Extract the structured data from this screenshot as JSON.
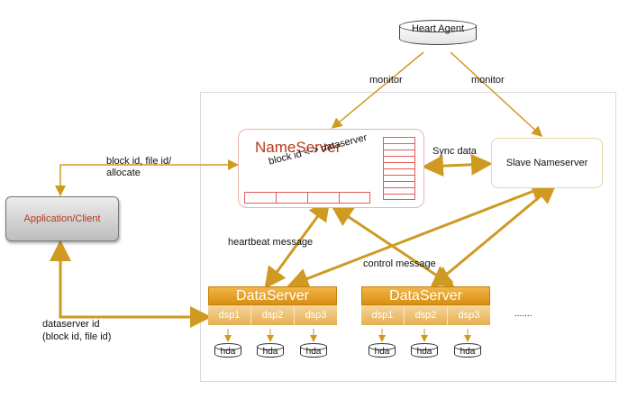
{
  "heart_agent": {
    "label": "Heart Agent"
  },
  "edges": {
    "monitor_left": "monitor",
    "monitor_right": "monitor",
    "client_request": "block id, file id/\nallocate",
    "sync": "Sync data",
    "heartbeat": "heartbeat  message",
    "control": "control message",
    "client_data": "dataserver id\n(block id, file id)"
  },
  "nameserver": {
    "title": "NameServer",
    "mapping": "block id <-> dataserver"
  },
  "slave_nameserver": {
    "label": "Slave Nameserver"
  },
  "client": {
    "label": "Application/Client"
  },
  "dataservers": [
    {
      "title": "DataServer",
      "disks": [
        "dsp1",
        "dsp2",
        "dsp3"
      ],
      "hdas": [
        "hda",
        "hda",
        "hda"
      ]
    },
    {
      "title": "DataServer",
      "disks": [
        "dsp1",
        "dsp2",
        "dsp3"
      ],
      "hdas": [
        "hda",
        "hda",
        "hda"
      ]
    }
  ],
  "ellipsis": ".......",
  "colors": {
    "arrow": "#cf9a22",
    "nameserver_title": "#b5391b",
    "dataserver_header": "#e4a02a",
    "grid": "#e25a5a"
  }
}
